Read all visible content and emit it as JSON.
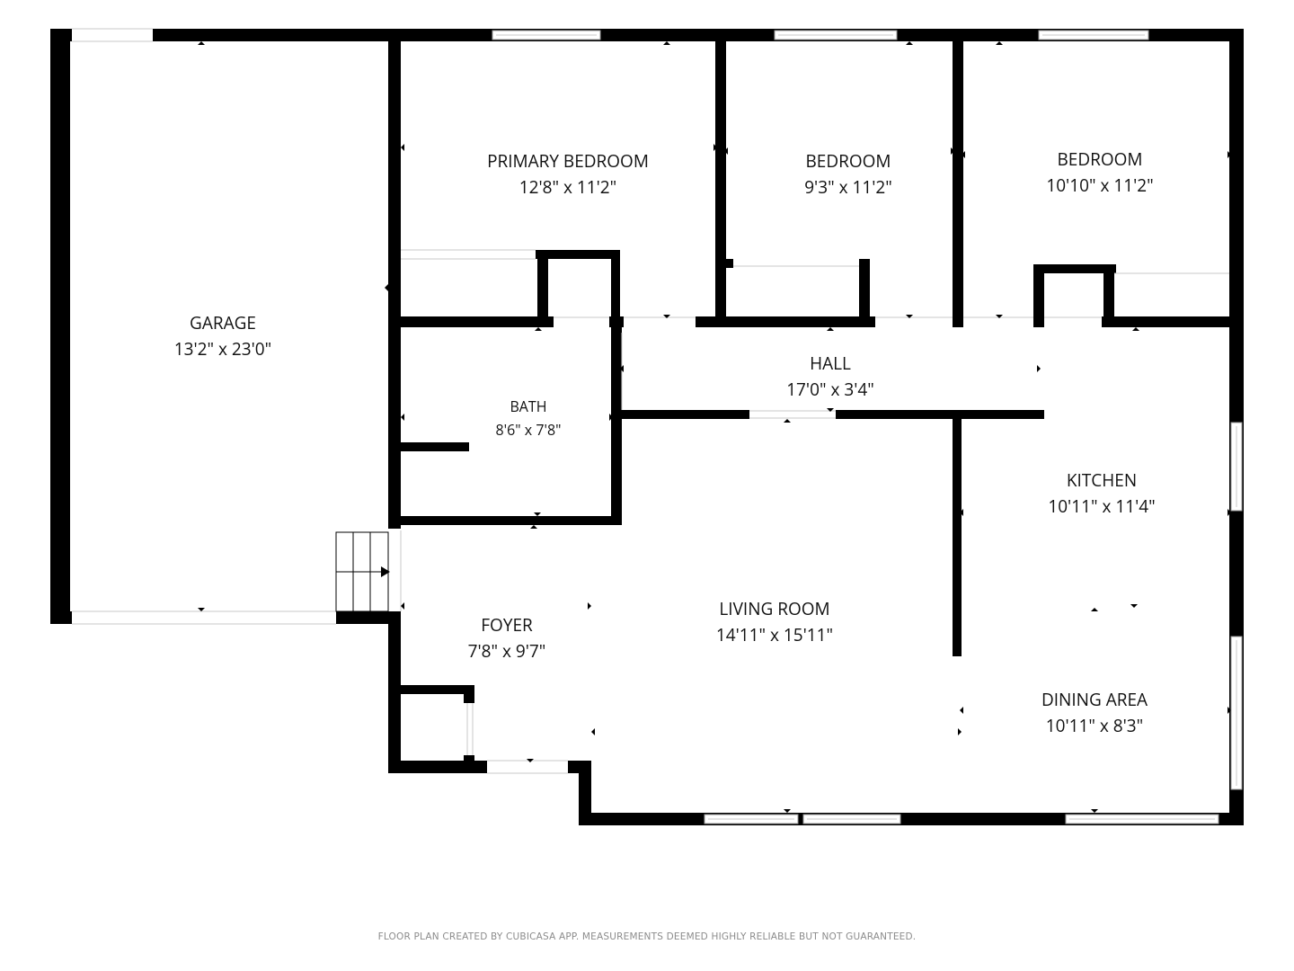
{
  "rooms": {
    "garage": {
      "name": "GARAGE",
      "dims": "13'2\" x 23'0\""
    },
    "primary_bedroom": {
      "name": "PRIMARY BEDROOM",
      "dims": "12'8\" x 11'2\""
    },
    "bedroom_2": {
      "name": "BEDROOM",
      "dims": "9'3\" x 11'2\""
    },
    "bedroom_3": {
      "name": "BEDROOM",
      "dims": "10'10\" x 11'2\""
    },
    "hall": {
      "name": "HALL",
      "dims": "17'0\" x 3'4\""
    },
    "bath": {
      "name": "BATH",
      "dims": "8'6\" x 7'8\""
    },
    "kitchen": {
      "name": "KITCHEN",
      "dims": "10'11\" x 11'4\""
    },
    "living_room": {
      "name": "LIVING ROOM",
      "dims": "14'11\" x 15'11\""
    },
    "foyer": {
      "name": "FOYER",
      "dims": "7'8\" x 9'7\""
    },
    "dining_area": {
      "name": "DINING AREA",
      "dims": "10'11\" x 8'3\""
    }
  },
  "footer": "FLOOR PLAN CREATED BY CUBICASA APP. MEASUREMENTS DEEMED HIGHLY RELIABLE BUT NOT GUARANTEED."
}
